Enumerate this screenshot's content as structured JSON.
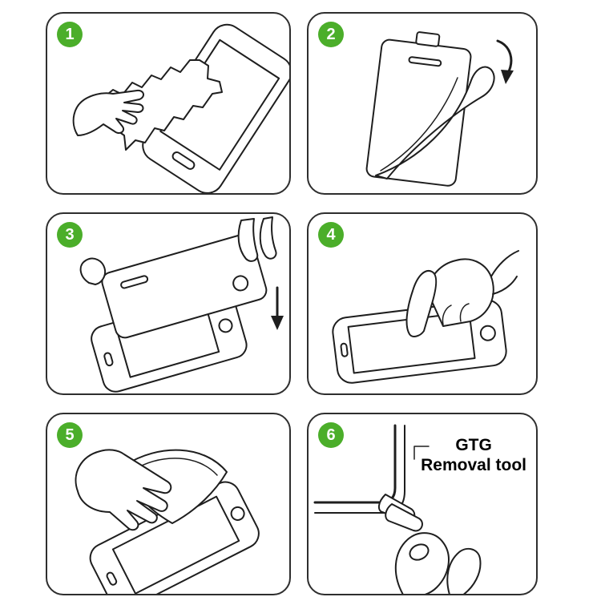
{
  "colors": {
    "badge_green": "#4bae2a",
    "line_ink": "#1e1e1e",
    "border": "#2e2e2e",
    "background": "#ffffff"
  },
  "steps": [
    {
      "number": "1",
      "illustration": "wipe-phone-with-cloth"
    },
    {
      "number": "2",
      "illustration": "peel-backing-film"
    },
    {
      "number": "3",
      "illustration": "align-glass-over-phone"
    },
    {
      "number": "4",
      "illustration": "press-screen-with-finger"
    },
    {
      "number": "5",
      "illustration": "smooth-film-onto-screen"
    },
    {
      "number": "6",
      "illustration": "use-removal-tool",
      "label_line1": "GTG",
      "label_line2": "Removal tool"
    }
  ]
}
